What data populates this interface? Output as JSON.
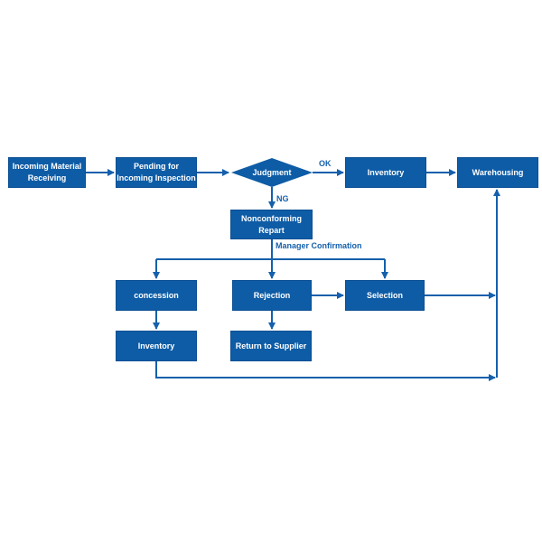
{
  "diagram": {
    "type": "flowchart",
    "nodes": {
      "incoming_material_receiving": {
        "label": "Incoming Material\nReceiving",
        "shape": "process"
      },
      "pending_for_incoming_inspection": {
        "label": "Pending for\nIncoming Inspection",
        "shape": "process"
      },
      "judgment": {
        "label": "Judgment",
        "shape": "decision"
      },
      "inventory_ok": {
        "label": "Inventory",
        "shape": "process"
      },
      "warehousing": {
        "label": "Warehousing",
        "shape": "process"
      },
      "nonconforming_repart": {
        "label": "Nonconforming\nRepart",
        "shape": "process"
      },
      "concession": {
        "label": "concession",
        "shape": "process"
      },
      "rejection": {
        "label": "Rejection",
        "shape": "process"
      },
      "selection": {
        "label": "Selection",
        "shape": "process"
      },
      "inventory_concession": {
        "label": "Inventory",
        "shape": "process"
      },
      "return_to_supplier": {
        "label": "Return to Supplier",
        "shape": "process"
      }
    },
    "edge_labels": {
      "ok": "OK",
      "ng": "NG",
      "manager_confirmation": "Manager Confirmation"
    },
    "edges": [
      {
        "from": "incoming_material_receiving",
        "to": "pending_for_incoming_inspection"
      },
      {
        "from": "pending_for_incoming_inspection",
        "to": "judgment"
      },
      {
        "from": "judgment",
        "to": "inventory_ok",
        "label": "OK"
      },
      {
        "from": "inventory_ok",
        "to": "warehousing"
      },
      {
        "from": "judgment",
        "to": "nonconforming_repart",
        "label": "NG"
      },
      {
        "from": "nonconforming_repart",
        "to": "concession",
        "label": "Manager Confirmation"
      },
      {
        "from": "nonconforming_repart",
        "to": "rejection",
        "label": "Manager Confirmation"
      },
      {
        "from": "nonconforming_repart",
        "to": "selection",
        "label": "Manager Confirmation"
      },
      {
        "from": "rejection",
        "to": "selection"
      },
      {
        "from": "selection",
        "to": "warehousing"
      },
      {
        "from": "concession",
        "to": "inventory_concession"
      },
      {
        "from": "rejection",
        "to": "return_to_supplier"
      },
      {
        "from": "inventory_concession",
        "to": "warehousing"
      }
    ],
    "colors": {
      "node_fill": "#0E5CA6",
      "node_border": "#0B4E93",
      "line": "#1560AC",
      "node_text": "#FFFFFF",
      "label_text": "#1560AC",
      "background": "#FFFFFF"
    }
  }
}
